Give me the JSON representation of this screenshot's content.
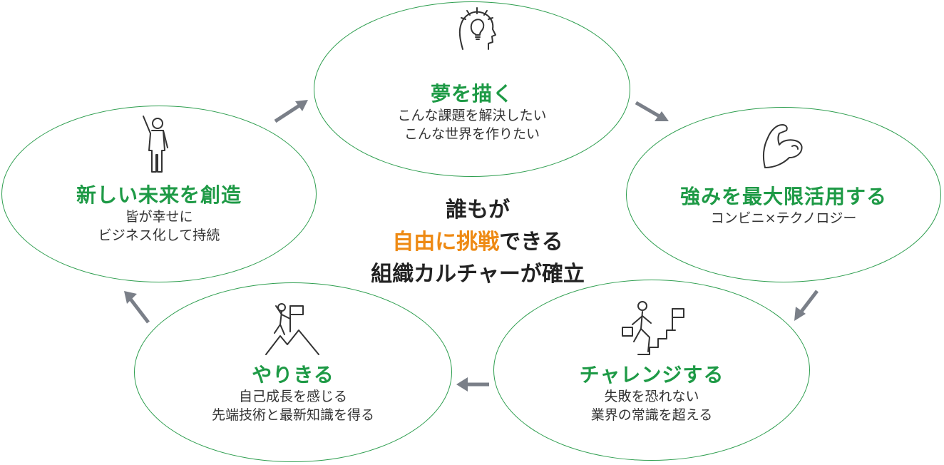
{
  "nodes": {
    "top": {
      "icon": "lightbulb-head-icon",
      "title": "夢を描く",
      "desc": [
        "こんな課題を解決したい",
        "こんな世界を作りたい"
      ]
    },
    "right": {
      "icon": "flexed-arm-icon",
      "title": "強みを最大限活用する",
      "desc": [
        "コンビニ×テクノロジー"
      ]
    },
    "bottom_right": {
      "icon": "person-climbing-stairs-flag-icon",
      "title": "チャレンジする",
      "desc": [
        "失敗を恐れない",
        "業界の常識を超える"
      ]
    },
    "bottom_left": {
      "icon": "mountain-climber-flag-icon",
      "title": "やりきる",
      "desc": [
        "自己成長を感じる",
        "先端技術と最新知識を得る"
      ]
    },
    "left": {
      "icon": "person-raising-hand-icon",
      "title": "新しい未来を創造",
      "desc": [
        "皆が幸せに",
        "ビジネス化して持続"
      ]
    }
  },
  "center": {
    "line1": "誰もが",
    "line2_accent": "自由に挑戦",
    "line2_rest": "できる",
    "line3": "組織カルチャーが確立"
  },
  "colors": {
    "green": "#1e9a46",
    "orange": "#ee8a14",
    "arrow_gray": "#7a7f88"
  }
}
